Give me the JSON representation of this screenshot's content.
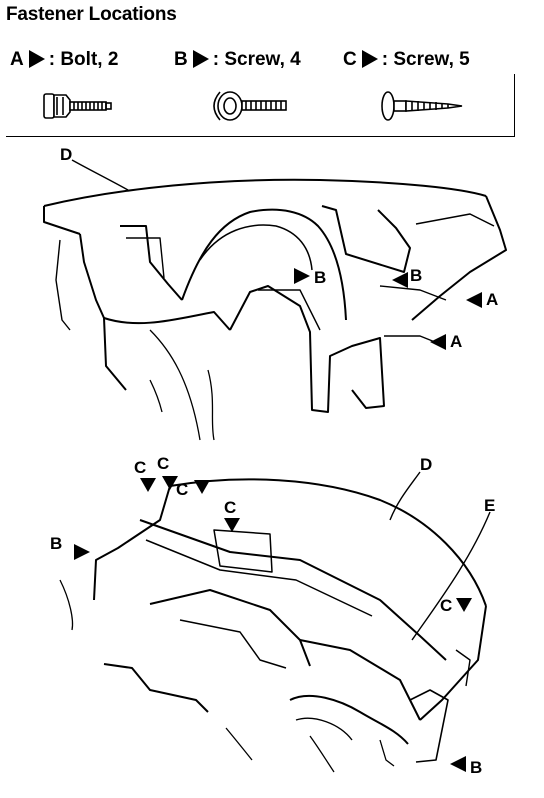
{
  "title": "Fastener Locations",
  "legend": [
    {
      "letter": "A",
      "desc": ": Bolt, 2"
    },
    {
      "letter": "B",
      "desc": ": Screw, 4"
    },
    {
      "letter": "C",
      "desc": ": Screw, 5"
    }
  ],
  "callouts": {
    "top": {
      "d": "D",
      "b1": "B",
      "b2": "B",
      "a1": "A",
      "a2": "A"
    },
    "bottom": {
      "c1": "C",
      "c2": "C",
      "c3": "C",
      "c4": "C",
      "d": "D",
      "e": "E",
      "b1": "B",
      "c5": "C",
      "b2": "B"
    }
  }
}
